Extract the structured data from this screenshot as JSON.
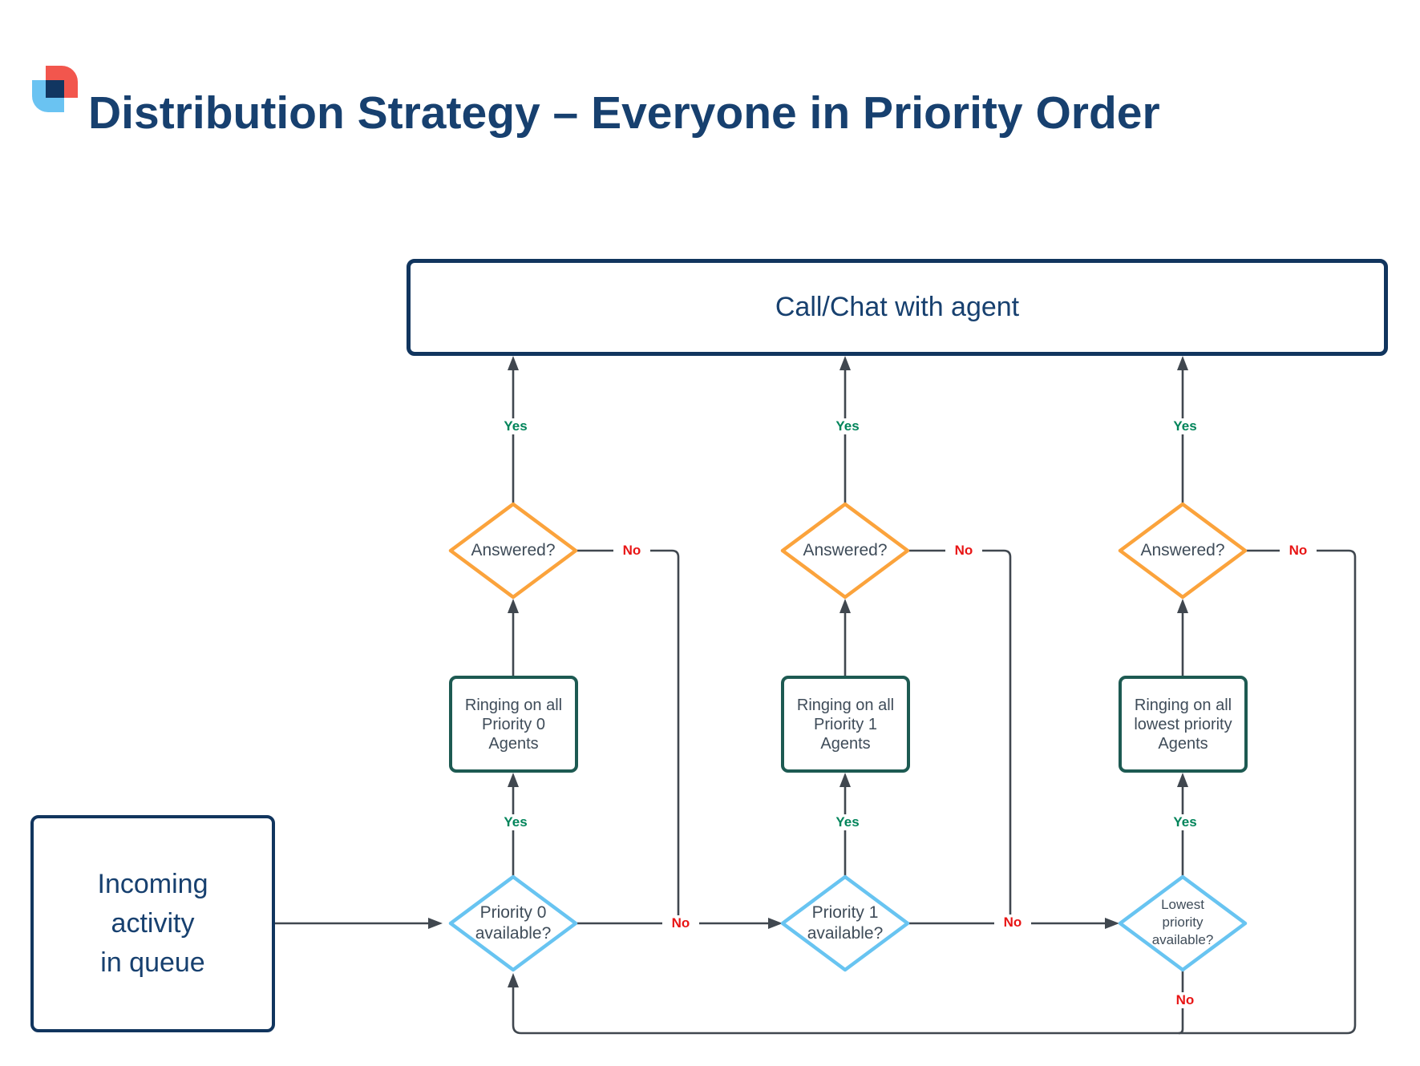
{
  "title": "Distribution Strategy – Everyone in Priority Order",
  "colors": {
    "navy_text": "#17406f",
    "navy_border": "#11355e",
    "teal_border": "#1d5a52",
    "orange_diamond": "#fba33c",
    "blue_diamond": "#68c4f1",
    "shape_text": "#3f4c59",
    "connector": "#40474f",
    "yes_green": "#00845a",
    "no_red": "#e81515",
    "logo_red": "#f2564d",
    "logo_blue": "#6ac3f2",
    "logo_navy": "#113661"
  },
  "nodes": {
    "call_chat": {
      "label": "Call/Chat with agent"
    },
    "incoming": {
      "line1": "Incoming",
      "line2": "activity",
      "line3": "in queue"
    }
  },
  "columns": [
    {
      "answered": "Answered?",
      "yes_top": "Yes",
      "no_answered": "No",
      "ringing": [
        "Ringing on all",
        "Priority 0",
        "Agents"
      ],
      "yes_bottom": "Yes",
      "available": [
        "Priority 0",
        "available?",
        ""
      ],
      "no_available": "No"
    },
    {
      "answered": "Answered?",
      "yes_top": "Yes",
      "no_answered": "No",
      "ringing": [
        "Ringing on all",
        "Priority 1",
        "Agents"
      ],
      "yes_bottom": "Yes",
      "available": [
        "Priority 1",
        "available?",
        ""
      ],
      "no_available": "No"
    },
    {
      "answered": "Answered?",
      "yes_top": "Yes",
      "no_answered": "No",
      "ringing": [
        "Ringing on all",
        "lowest priority",
        "Agents"
      ],
      "yes_bottom": "Yes",
      "available": [
        "Lowest",
        "priority",
        "available?"
      ],
      "no_available": "No"
    }
  ]
}
